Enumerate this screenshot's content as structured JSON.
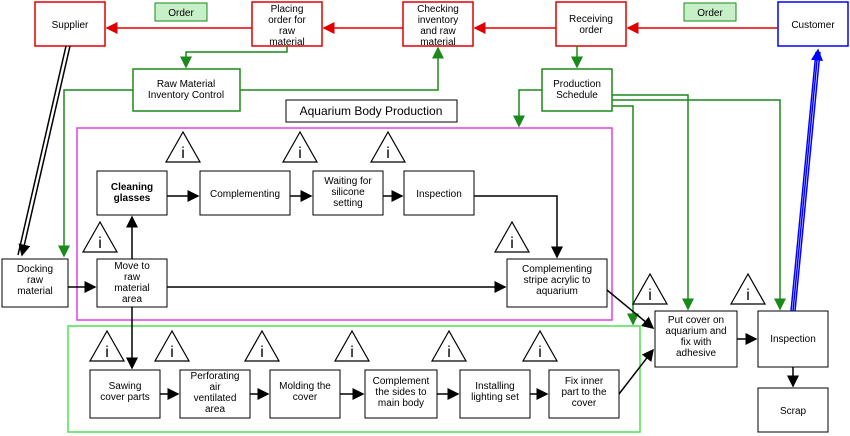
{
  "nodes": {
    "supplier": [
      "Supplier"
    ],
    "placing_order": [
      "Placing",
      "order for",
      "raw",
      "material"
    ],
    "checking_inventory": [
      "Checking",
      "inventory",
      "and raw",
      "material"
    ],
    "receiving_order": [
      "Receiving",
      "order"
    ],
    "customer": [
      "Customer"
    ],
    "raw_inventory_control": [
      "Raw Material",
      "Inventory Control"
    ],
    "production_schedule": [
      "Production",
      "Schedule"
    ],
    "cleaning_glasses": [
      "Cleaning",
      "glasses"
    ],
    "complementing": [
      "Complementing"
    ],
    "waiting_silicone": [
      "Waiting for",
      "silicone",
      "setting"
    ],
    "inspection_top": [
      "Inspection"
    ],
    "docking": [
      "Docking",
      "raw",
      "material"
    ],
    "move_raw": [
      "Move to",
      "raw",
      "material",
      "area"
    ],
    "complementing_stripe": [
      "Complementing",
      "stripe acrylic to",
      "aquarium"
    ],
    "put_cover": [
      "Put cover on",
      "aquarium and",
      "fix with",
      "adhesive"
    ],
    "inspection_final": [
      "Inspection"
    ],
    "sawing": [
      "Sawing",
      "cover parts"
    ],
    "perforating": [
      "Perforating",
      "air",
      "ventilated",
      "area"
    ],
    "molding": [
      "Molding the",
      "cover"
    ],
    "complement_sides": [
      "Complement",
      "the sides to",
      "main body"
    ],
    "installing": [
      "Installing",
      "lighting set"
    ],
    "fix_inner": [
      "Fix inner",
      "part to the",
      "cover"
    ],
    "scrap": [
      "Scrap"
    ]
  },
  "labels": {
    "order_left": "Order",
    "order_right": "Order",
    "title": "Aquarium Body Production",
    "inventory_symbol": "i"
  },
  "colors": {
    "red": "#e00000",
    "green": "#1a8a1a",
    "blue": "#0000ff",
    "magenta": "#e040e0",
    "light_green": "#4ee04e",
    "order_fill": "#c8f0c8",
    "black": "#000000"
  }
}
